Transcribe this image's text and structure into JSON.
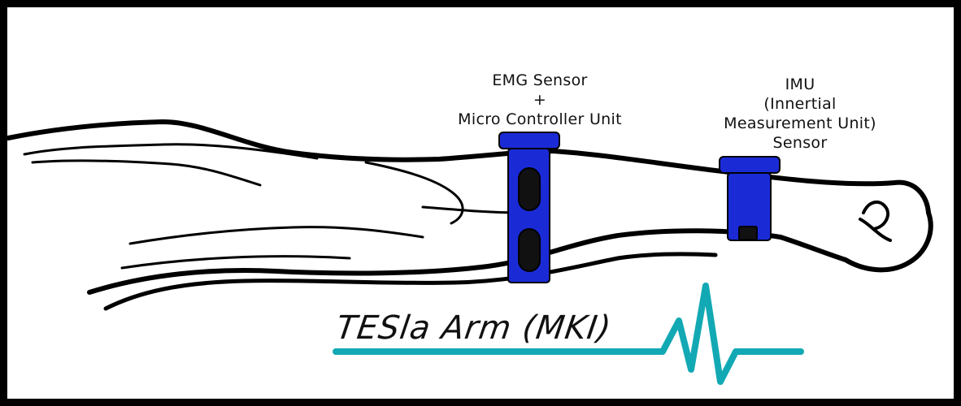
{
  "labels": {
    "emg": {
      "line1": "EMG Sensor",
      "line2": "+",
      "line3": "Micro Controller Unit"
    },
    "imu": {
      "line1": "IMU",
      "line2": "(Innertial",
      "line3": "Measurement Unit)",
      "line4": "Sensor"
    }
  },
  "title": "TESla Arm (MKI)",
  "colors": {
    "sensor": "#1a2bd6",
    "pulse": "#12a9b4",
    "outline": "#000000",
    "background": "#ffffff"
  }
}
